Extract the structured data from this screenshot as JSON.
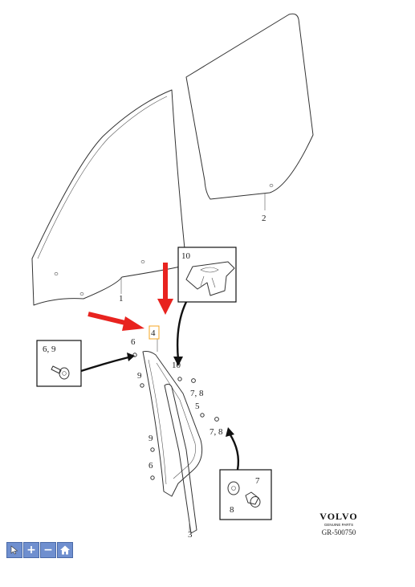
{
  "callouts": {
    "c1": "1",
    "c2": "2",
    "c3": "3",
    "c4": "4",
    "c6a": "6",
    "c6b": "6",
    "c9a": "9",
    "c9b": "9",
    "c10": "10",
    "c78a": "7, 8",
    "c5": "5",
    "c78b": "7, 8"
  },
  "detail_boxes": {
    "clip_label": "10",
    "screw_label": "6, 9",
    "washer_label_7": "7",
    "washer_label_8": "8"
  },
  "brand": {
    "name": "VOLVO",
    "sub": "GENUINE PARTS",
    "ref": "GR-500750"
  },
  "toolbar": {
    "select_icon": "pointer-icon",
    "zoom_in_label": "+",
    "zoom_out_label": "−",
    "home_icon": "home-icon"
  },
  "colors": {
    "arrow": "#e8231f",
    "highlight": "#f5a623",
    "toolbar": "#6f8fcf"
  }
}
